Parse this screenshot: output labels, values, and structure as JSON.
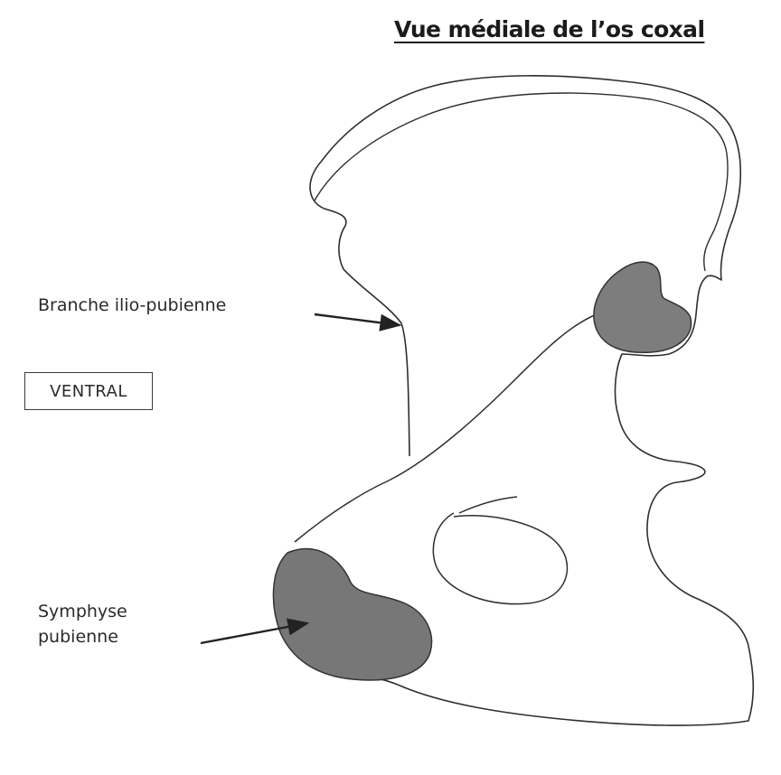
{
  "title": "Vue médiale de l’os coxal",
  "labels": {
    "branche_ilio_pubienne": "Branche ilio-pubienne",
    "symphyse_line1": "Symphyse",
    "symphyse_line2": "pubienne",
    "ventral": "VENTRAL"
  },
  "colors": {
    "outline": "#2e2e2e",
    "shaded_region": "#777777",
    "text": "#2a2a2a"
  }
}
